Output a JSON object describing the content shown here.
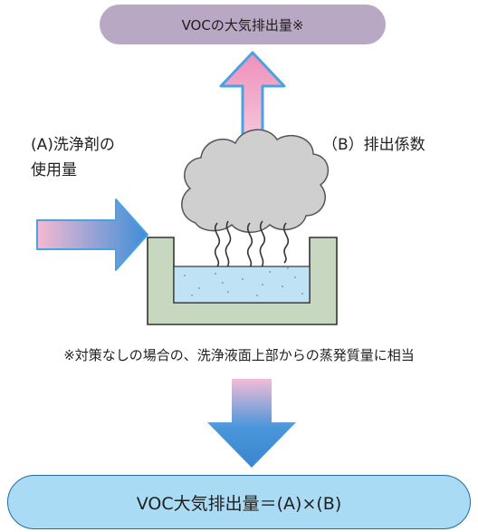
{
  "title_pill": "VOCの大気排出量※",
  "label_a_line1": "(A)洗浄剤の",
  "label_a_line2": "使用量",
  "label_b": "（B）排出係数",
  "footnote": "※対策なしの場合の、洗浄液面上部からの蒸発質量に相当",
  "formula": "VOC大気排出量＝(A)×(B)",
  "colors": {
    "title_pill": "#b8a8c4",
    "formula_pill": "#a9dcf4",
    "arrow_pink": "#f4b6d0",
    "arrow_blue": "#3f8fd6",
    "arrow_outline": "#4aa3e0",
    "tank": "#c8d8c0",
    "liquid": "#bfe3f5",
    "cloud": "#cfcfcf"
  },
  "icons": [
    "up-arrow-icon",
    "right-arrow-icon",
    "down-arrow-icon",
    "vapor-cloud-icon",
    "cleaning-tank-icon"
  ]
}
